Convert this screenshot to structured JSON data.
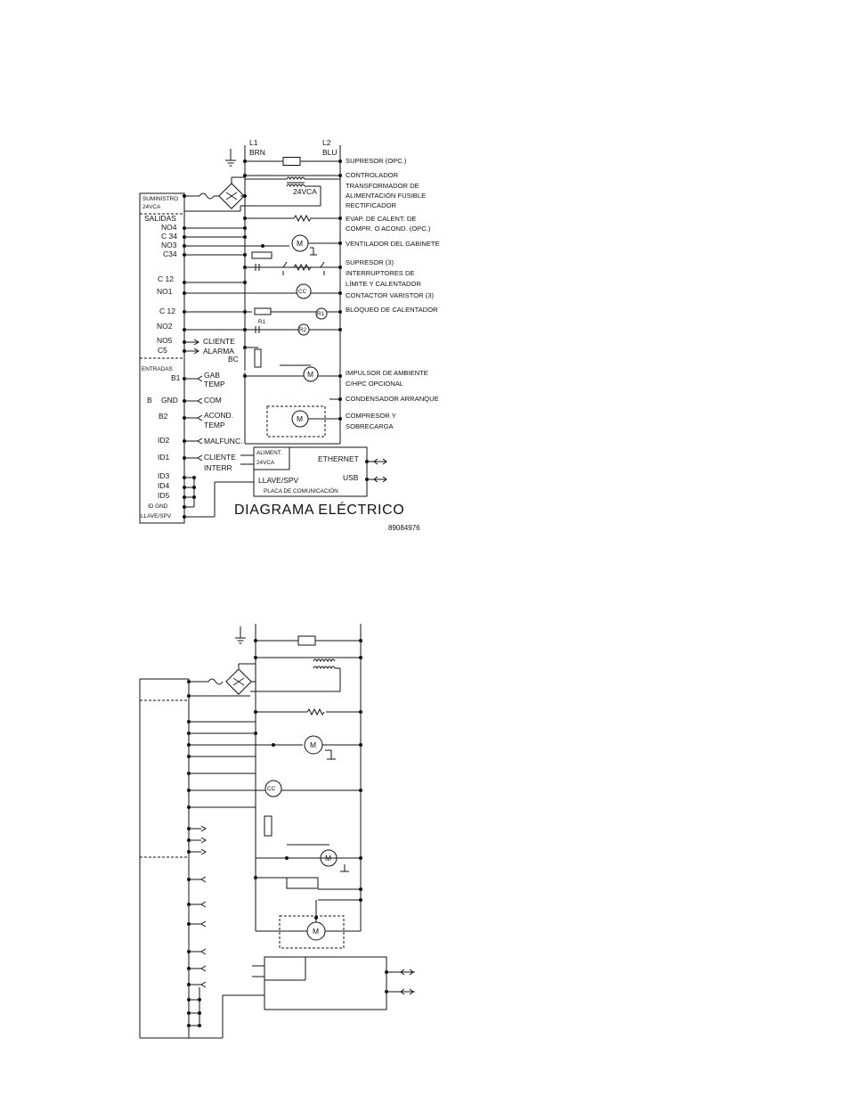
{
  "diagram": {
    "title": "DIAGRAMA ELÉCTRICO",
    "part_number": "89084976",
    "lines": {
      "l1": "L1",
      "l1_color": "BRN",
      "l2": "L2",
      "l2_color": "BLU"
    },
    "voltage_label": "24VCA",
    "left_labels": {
      "suministro": "SUMINISTRO",
      "suministro_v": "24VCA",
      "salidas": "SALIDAS",
      "no4": "NO4",
      "c34a": "C 34",
      "no3": "NO3",
      "c34b": "C34",
      "c12a": "C 12",
      "no1": "NO1",
      "c12b": "C 12",
      "no2": "NO2",
      "no5": "NO5",
      "c5": "C5",
      "entradas": "ENTRADAS",
      "b1": "B1",
      "b": "B",
      "gnd": "GND",
      "b2": "B2",
      "id2": "ID2",
      "id1": "ID1",
      "id3": "ID3",
      "id4": "ID4",
      "id5": "ID5",
      "idgnd": "ID GND",
      "llave": "LLAVE/SPV"
    },
    "signal_labels": {
      "cliente_alarma_1": "CLIENTE",
      "cliente_alarma_2": "ALARMA",
      "bc": "BC",
      "gab_temp_1": "GAB",
      "gab_temp_2": "TEMP",
      "com": "COM",
      "acond_temp_1": "ACOND.",
      "acond_temp_2": "TEMP",
      "malfunc": "MALFUNC.",
      "cliente_interr_1": "CLIENTE",
      "cliente_interr_2": "INTERR"
    },
    "component_labels": {
      "m": "M",
      "cc": "CC",
      "r1": "R1",
      "r2": "R2"
    },
    "comm_board": {
      "aliment": "ALIMENT.",
      "voltage": "24VCA",
      "ethernet": "ETHERNET",
      "usb": "USB",
      "llave_spv": "LLAVE/SPV",
      "placa": "PLACA DE COMUNICACIÓN"
    },
    "right_labels": {
      "supresor_opc": "SUPRESOR (OPC.)",
      "controlador": "CONTROLADOR",
      "transformador_1": "TRANSFORMADOR DE",
      "transformador_2": "ALIMENTACIÓN FUSIBLE",
      "rectificador": "RECTIFICADOR",
      "evap_1": "EVAP. DE CALENT. DE",
      "evap_2": "COMPR. O ACOND. (OPC.)",
      "ventilador": "VENTILADOR DEL GABINETE",
      "supresor_3": "SUPRESOR (3)",
      "interruptores_1": "INTERRUPTORES DE",
      "interruptores_2": "LÍMITE Y CALENTADOR",
      "contactor": "CONTACTOR VARISTOR (3)",
      "bloqueo": "BLOQUEO DE CALENTADOR",
      "impulsor_1": "IMPULSOR DE AMBIENTE",
      "impulsor_2": "C/HPC OPCIONAL",
      "condensador": "CONDENSADOR ARRANQUE",
      "compresor_1": "COMPRESOR Y",
      "compresor_2": "SOBRECARGA"
    }
  }
}
